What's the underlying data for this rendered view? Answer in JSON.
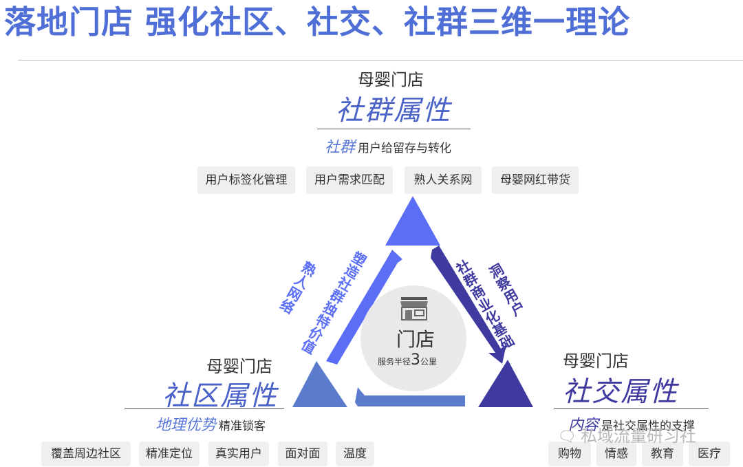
{
  "title": "落地门店 强化社区、社交、社群三维一理论",
  "top": {
    "store": "母婴门店",
    "attr": "社群属性",
    "sub_em": "社群",
    "sub_text": "用户给留存与转化",
    "tags": [
      "用户标签化管理",
      "用户需求匹配",
      "熟人关系网",
      "母婴网红带货"
    ]
  },
  "left": {
    "store": "母婴门店",
    "attr": "社区属性",
    "sub_em": "地理优势",
    "sub_text": "精准锁客",
    "tags": [
      "覆盖周边社区",
      "精准定位",
      "真实用户",
      "面对面",
      "温度"
    ]
  },
  "right": {
    "store": "母婴门店",
    "attr": "社交属性",
    "sub_em": "内容",
    "sub_text": "是社交属性的支撑",
    "tags": [
      "购物",
      "情感",
      "教育",
      "医疗"
    ]
  },
  "center": {
    "title": "门店",
    "sub_pre": "服务半径",
    "sub_num": "3",
    "sub_post": "公里"
  },
  "arrows": {
    "left_outer": "熟人网络",
    "left_inner": "塑造社群独特价值",
    "right_inner": "社群商业化基础",
    "right_outer": "洞察用户"
  },
  "watermark": "私域流量研习社",
  "colors": {
    "title": "#4f6fd6",
    "triangle_top": "#5b6ef5",
    "triangle_left": "#5b7ccc",
    "triangle_right": "#3f3aa0",
    "arrow_left": "#5b6ef5",
    "arrow_right": "#3f3aa0",
    "arrow_bottom": "#5b7ccc"
  }
}
